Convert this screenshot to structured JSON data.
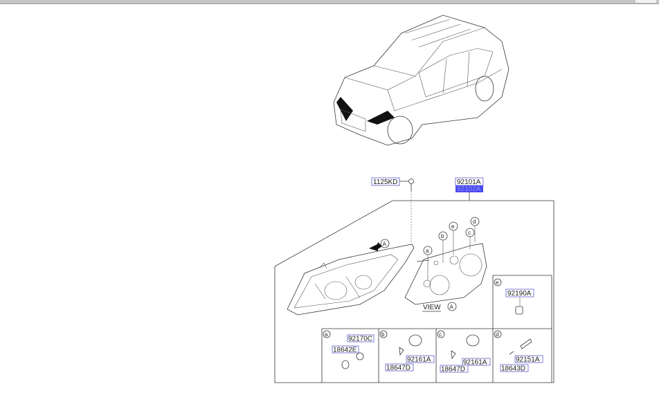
{
  "callouts": {
    "bolt": "1125KD",
    "assembly_lh": "92101A",
    "assembly_rh": "92102A",
    "view_label": "VIEW",
    "view_ref": "A",
    "arrow_ref": "A"
  },
  "markers": [
    "a",
    "b",
    "c",
    "d",
    "e"
  ],
  "detail_boxes": {
    "a": {
      "letter": "a",
      "parts": [
        "92170C",
        "18642E"
      ]
    },
    "b": {
      "letter": "b",
      "parts": [
        "92161A",
        "18647D"
      ]
    },
    "c": {
      "letter": "c",
      "parts": [
        "92161A",
        "18647D"
      ]
    },
    "d": {
      "letter": "d",
      "parts": [
        "92151A",
        "18643D"
      ]
    },
    "e": {
      "letter": "e",
      "parts": [
        "92190A"
      ]
    }
  },
  "colors": {
    "label_border": "#7b7bd6",
    "highlight": "#4a4af0",
    "title_bar": "#c4c4c4"
  }
}
